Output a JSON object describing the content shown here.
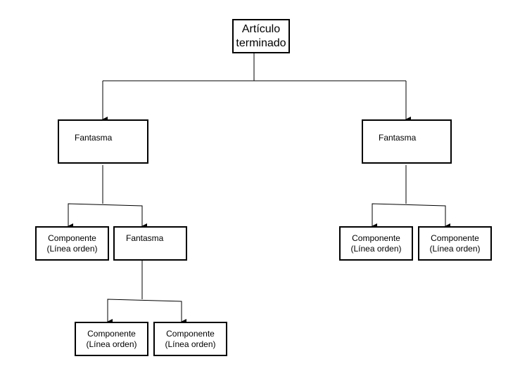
{
  "diagram": {
    "root": {
      "line1": "Artículo",
      "line2": "terminado"
    },
    "phantom_left": {
      "label": "Fantasma"
    },
    "phantom_right": {
      "label": "Fantasma"
    },
    "phantom_mid": {
      "label": "Fantasma"
    },
    "comp_left": {
      "line1": "Componente",
      "line2": "(Línea orden)"
    },
    "comp_mid_1": {
      "line1": "Componente",
      "line2": "(Línea orden)"
    },
    "comp_mid_2": {
      "line1": "Componente",
      "line2": "(Línea orden)"
    },
    "comp_right_1": {
      "line1": "Componente",
      "line2": "(Línea orden)"
    },
    "comp_right_2": {
      "line1": "Componente",
      "line2": "(Línea orden)"
    }
  }
}
